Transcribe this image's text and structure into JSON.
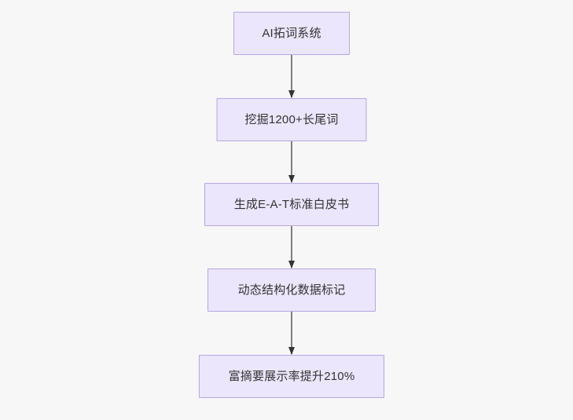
{
  "diagram": {
    "type": "flowchart",
    "direction": "top-to-bottom",
    "background_color": "#f7f7f8",
    "node_fill_color": "#ebe6fb",
    "node_border_color": "#b8a6e2",
    "node_text_color": "#333333",
    "edge_color": "#7f7f7f",
    "arrowhead_color": "#333333",
    "nodes": [
      {
        "id": "node-0",
        "label": "AI拓词系统"
      },
      {
        "id": "node-1",
        "label": "挖掘1200+长尾词"
      },
      {
        "id": "node-2",
        "label": "生成E-A-T标准白皮书"
      },
      {
        "id": "node-3",
        "label": "动态结构化数据标记"
      },
      {
        "id": "node-4",
        "label": "富摘要展示率提升210%"
      }
    ],
    "edges": [
      {
        "from": "node-0",
        "to": "node-1",
        "label": ""
      },
      {
        "from": "node-1",
        "to": "node-2",
        "label": ""
      },
      {
        "from": "node-2",
        "to": "node-3",
        "label": ""
      },
      {
        "from": "node-3",
        "to": "node-4",
        "label": ""
      }
    ]
  }
}
